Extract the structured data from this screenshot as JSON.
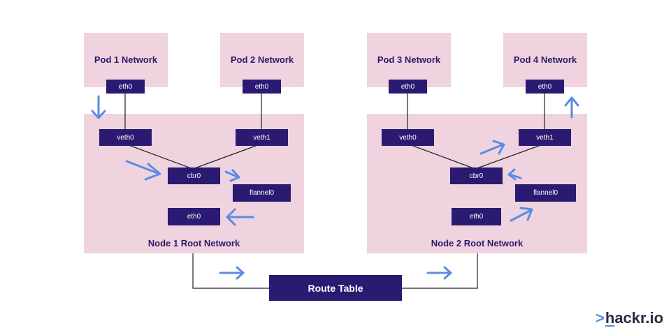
{
  "pods": [
    {
      "label": "Pod 1 Network",
      "iface": "eth0"
    },
    {
      "label": "Pod 2 Network",
      "iface": "eth0"
    },
    {
      "label": "Pod 3 Network",
      "iface": "eth0"
    },
    {
      "label": "Pod 4 Network",
      "iface": "eth0"
    }
  ],
  "node1": {
    "label": "Node 1 Root Network",
    "veth0": "veth0",
    "veth1": "veth1",
    "bridge": "cbr0",
    "flannel": "flannel0",
    "eth": "eth0"
  },
  "node2": {
    "label": "Node 2 Root Network",
    "veth0": "veth0",
    "veth1": "veth1",
    "bridge": "cbr0",
    "flannel": "flannel0",
    "eth": "eth0"
  },
  "route_table": "Route Table",
  "brand": {
    "prefix": ">",
    "h": "h",
    "rest": "ackr.io"
  },
  "colors": {
    "region": "#efd3de",
    "box": "#2a1a72",
    "arrow": "#5b8be6",
    "wire": "#222222"
  }
}
